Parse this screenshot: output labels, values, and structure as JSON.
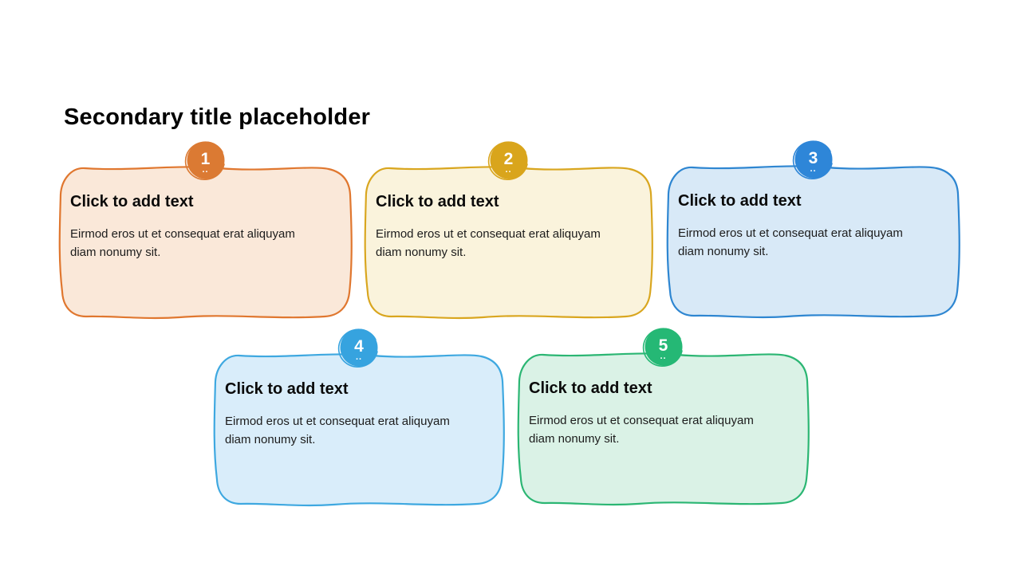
{
  "slide": {
    "title": "Secondary title placeholder",
    "background_color": "#ffffff"
  },
  "cards": [
    {
      "number": "1",
      "heading": "Click to add text",
      "body": "Eirmod eros ut et consequat erat aliquyam diam nonumy sit.",
      "sketch_dots": "..",
      "border_color": "#E0772F",
      "fill_color": "#FAE8D9",
      "badge_color": "#DB7A33"
    },
    {
      "number": "2",
      "heading": "Click to add text",
      "body": "Eirmod eros ut et consequat erat aliquyam diam nonumy sit.",
      "sketch_dots": "..",
      "border_color": "#D9A61F",
      "fill_color": "#FAF3DC",
      "badge_color": "#D9A51C"
    },
    {
      "number": "3",
      "heading": "Click to add text",
      "body": "Eirmod eros ut et consequat erat aliquyam diam nonumy sit.",
      "sketch_dots": "..",
      "border_color": "#2E86D1",
      "fill_color": "#D8E9F7",
      "badge_color": "#2E86D8"
    },
    {
      "number": "4",
      "heading": "Click to add text",
      "body": "Eirmod eros ut et consequat erat aliquyam diam nonumy sit.",
      "sketch_dots": "..",
      "border_color": "#3EA8E0",
      "fill_color": "#D9EDFA",
      "badge_color": "#36A3DF"
    },
    {
      "number": "5",
      "heading": "Click to add text",
      "body": "Eirmod eros ut et consequat erat aliquyam diam nonumy sit.",
      "sketch_dots": "..",
      "border_color": "#2BB673",
      "fill_color": "#DAF2E6",
      "badge_color": "#25B875"
    }
  ]
}
